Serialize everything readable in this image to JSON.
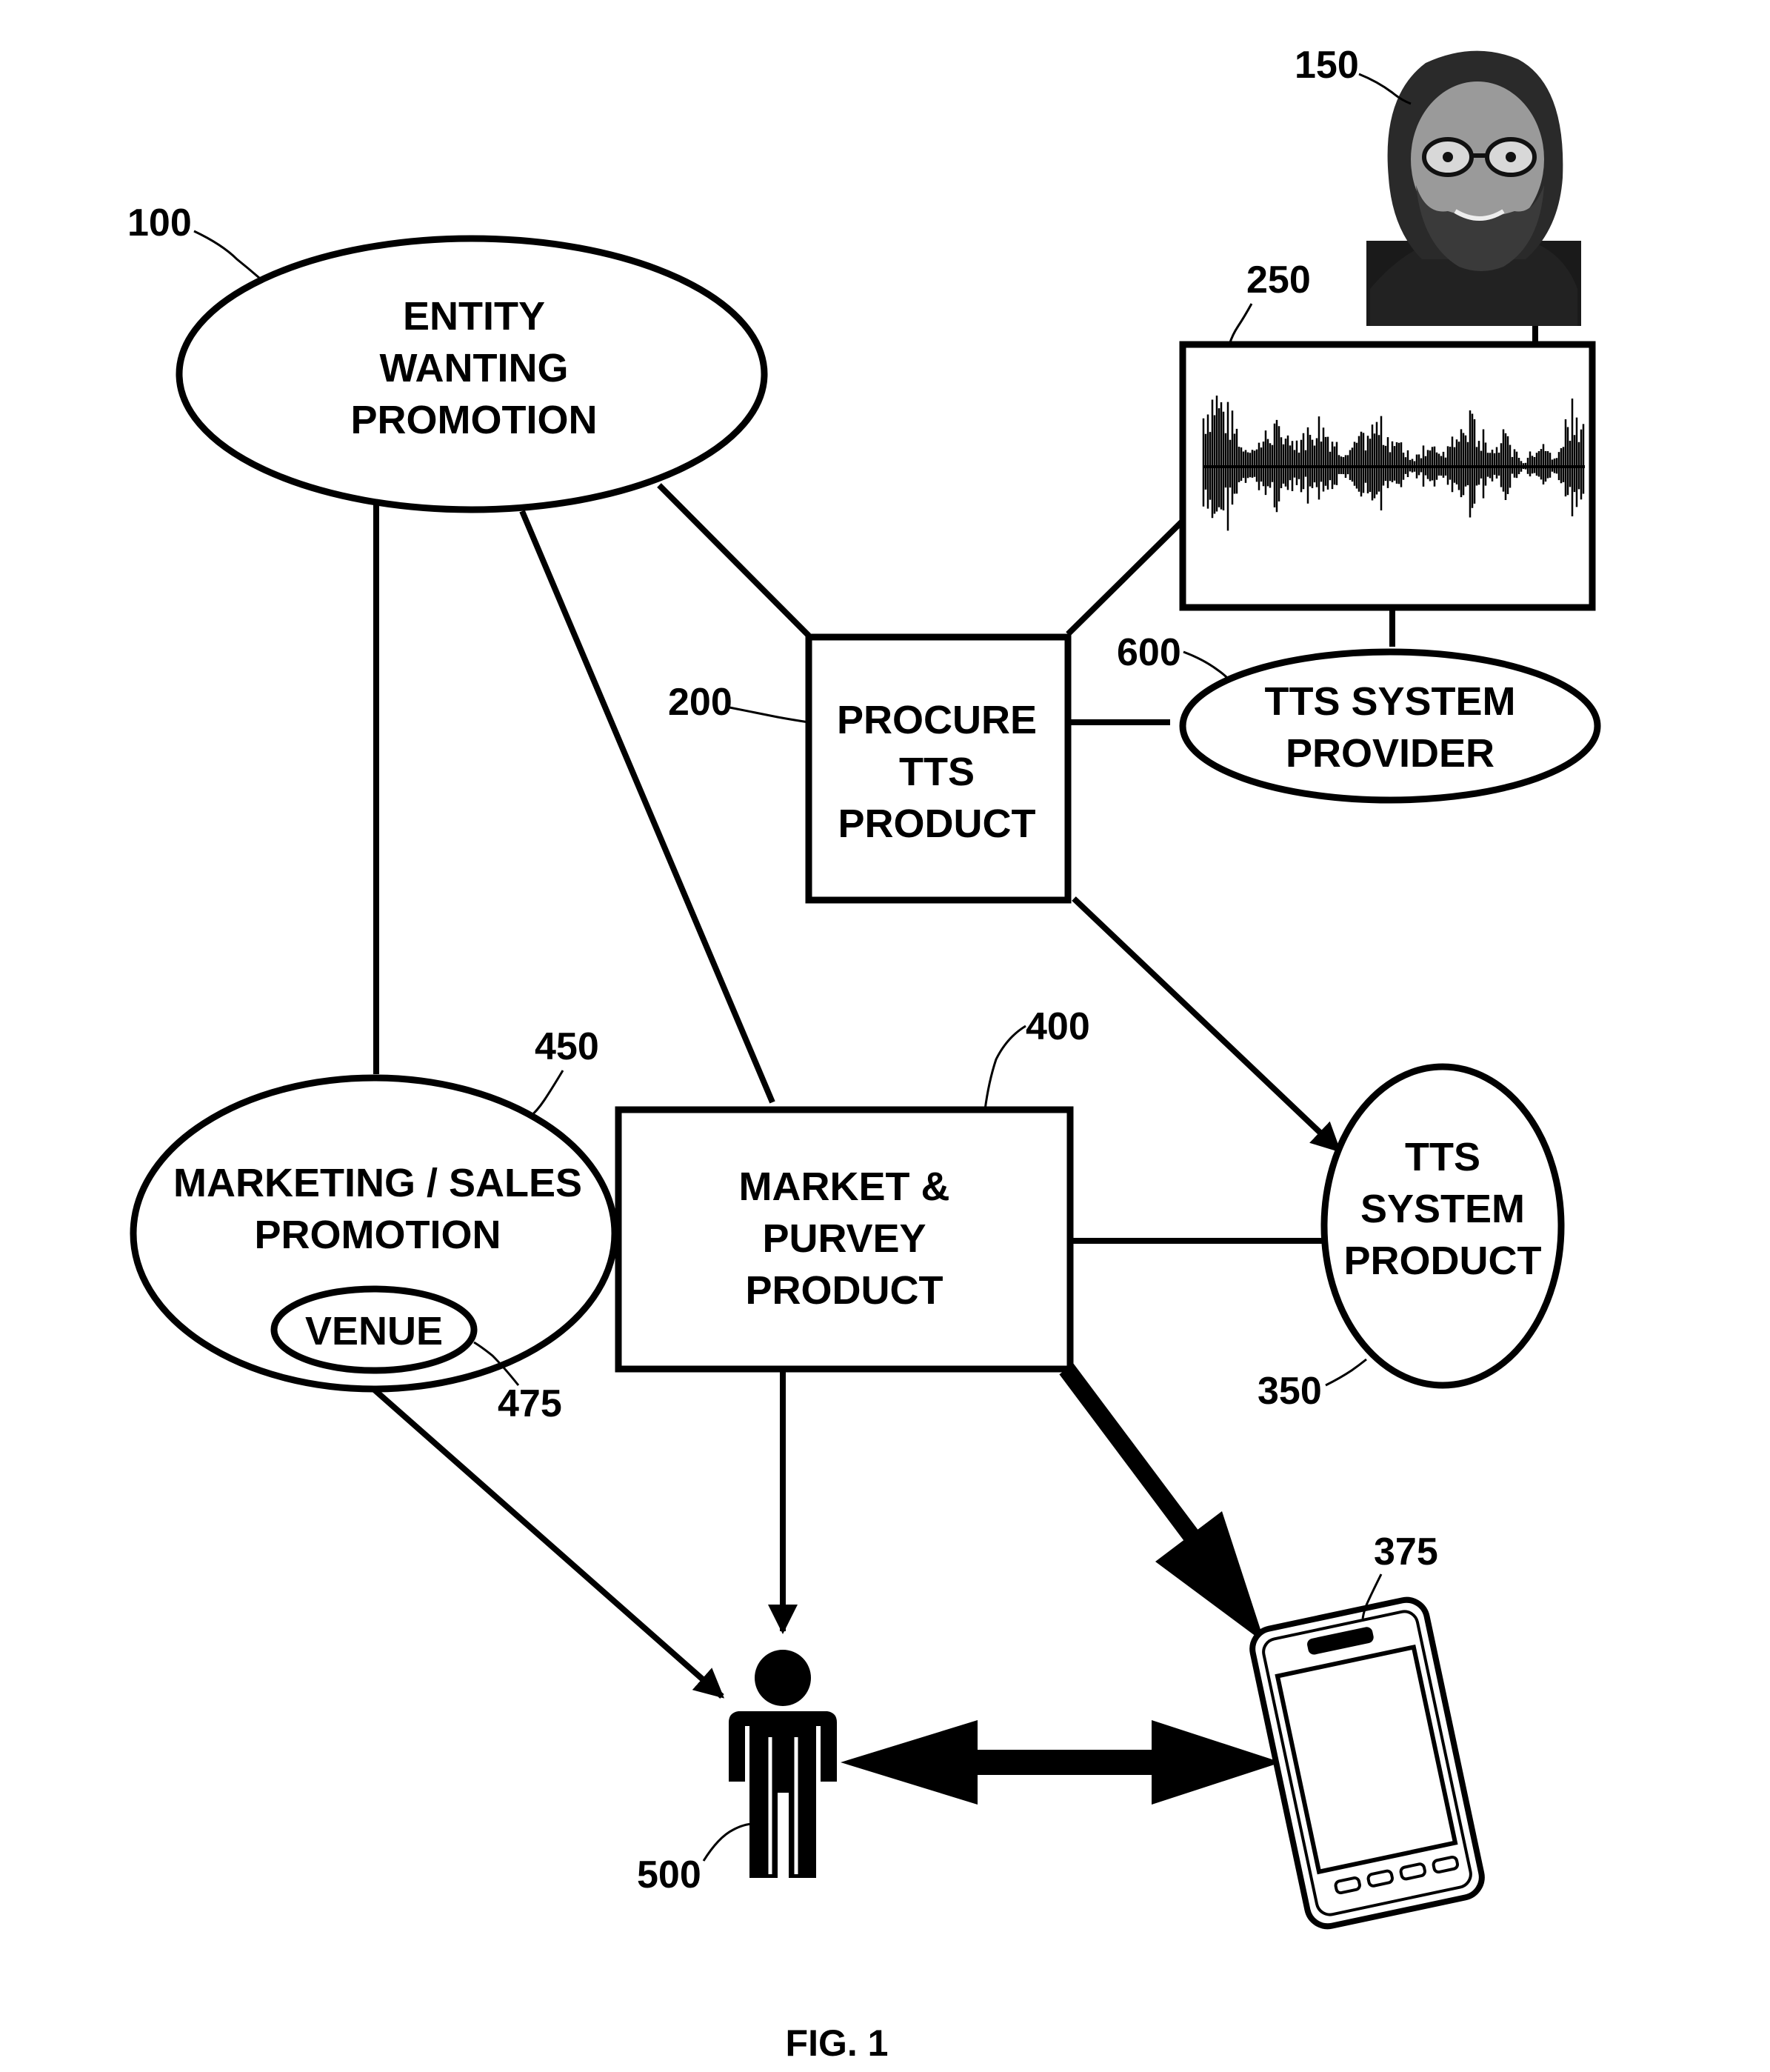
{
  "nodes": {
    "entity": {
      "ref": "100",
      "lines": [
        "ENTITY",
        "WANTING",
        "PROMOTION"
      ]
    },
    "procure": {
      "ref": "200",
      "lines": [
        "PROCURE",
        "TTS",
        "PRODUCT"
      ]
    },
    "provider": {
      "ref": "600",
      "lines": [
        "TTS SYSTEM",
        "PROVIDER"
      ]
    },
    "tts_product": {
      "ref": "350",
      "lines": [
        "TTS",
        "SYSTEM",
        "PRODUCT"
      ]
    },
    "market": {
      "ref": "400",
      "lines": [
        "MARKET &",
        "PURVEY",
        "PRODUCT"
      ]
    },
    "marketing": {
      "ref": "450",
      "lines": [
        "MARKETING / SALES",
        "PROMOTION"
      ]
    },
    "venue": {
      "ref": "475",
      "lines": [
        "VENUE"
      ]
    },
    "waveform": {
      "ref": "250"
    },
    "voice_talent": {
      "ref": "150"
    },
    "consumer": {
      "ref": "500"
    },
    "mobile_device": {
      "ref": "375"
    }
  },
  "figure_label": "FIG. 1"
}
